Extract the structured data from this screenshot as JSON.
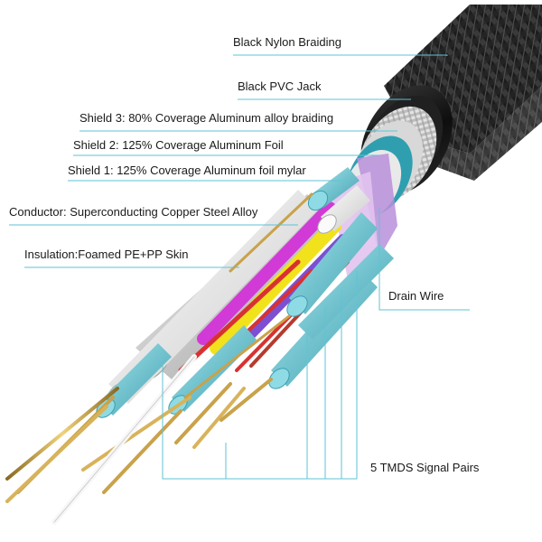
{
  "labels": {
    "nylon_braiding": "Black Nylon Braiding",
    "pvc_jack": "Black PVC Jack",
    "shield3": "Shield 3:  80% Coverage Aluminum alloy braiding",
    "shield2": "Shield 2: 125% Coverage Aluminum Foil",
    "shield1": "Shield 1: 125% Coverage Aluminum foil mylar",
    "conductor": "Conductor: Superconducting Copper Steel Alloy",
    "insulation": "Insulation:Foamed PE+PP Skin",
    "drain_wire": "Drain Wire",
    "tmds_pairs": "5 TMDS Signal Pairs"
  },
  "colors": {
    "leader_line": "#5fc3d6",
    "braid_dark": "#1b1b1b",
    "pvc_jacket": "#141414",
    "aluminum": "#c9c9c9",
    "foil_blue": "#3fb6c6",
    "copper_gold": "#c9a24a",
    "wire_yellow": "#f2e21c",
    "wire_magenta": "#d13ad6",
    "wire_purple": "#7d4fd1",
    "wire_red": "#d93131",
    "insulation_cyan": "#7ed3de",
    "insulation_white": "#f3f3f3"
  }
}
